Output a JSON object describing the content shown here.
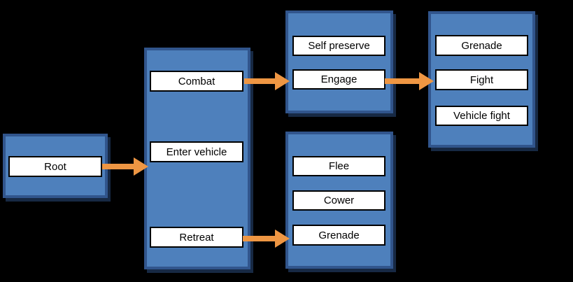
{
  "diagram": {
    "background": "#000000",
    "colors": {
      "group_fill": "#4E80BC",
      "group_border": "#31558C",
      "group_shadow": "#1B3050",
      "node_fill": "#FFFFFF",
      "node_border": "#000000",
      "node_text": "#000000",
      "arrow": "#EE9643"
    },
    "groups": [
      {
        "name": "root-group",
        "items": [
          {
            "label": "Root"
          }
        ]
      },
      {
        "name": "actions-group",
        "items": [
          {
            "label": "Combat"
          },
          {
            "label": "Enter vehicle"
          },
          {
            "label": "Retreat"
          }
        ]
      },
      {
        "name": "combat-options-group",
        "items": [
          {
            "label": "Self preserve"
          },
          {
            "label": "Engage"
          }
        ]
      },
      {
        "name": "retreat-options-group",
        "items": [
          {
            "label": "Flee"
          },
          {
            "label": "Cower"
          },
          {
            "label": "Grenade"
          }
        ]
      },
      {
        "name": "engage-options-group",
        "items": [
          {
            "label": "Grenade"
          },
          {
            "label": "Fight"
          },
          {
            "label": "Vehicle fight"
          }
        ]
      }
    ],
    "arrows": [
      {
        "from": "Root",
        "to": "actions-group"
      },
      {
        "from": "Combat",
        "to": "combat-options-group"
      },
      {
        "from": "Engage",
        "to": "engage-options-group"
      },
      {
        "from": "Retreat",
        "to": "retreat-options-group"
      }
    ]
  }
}
